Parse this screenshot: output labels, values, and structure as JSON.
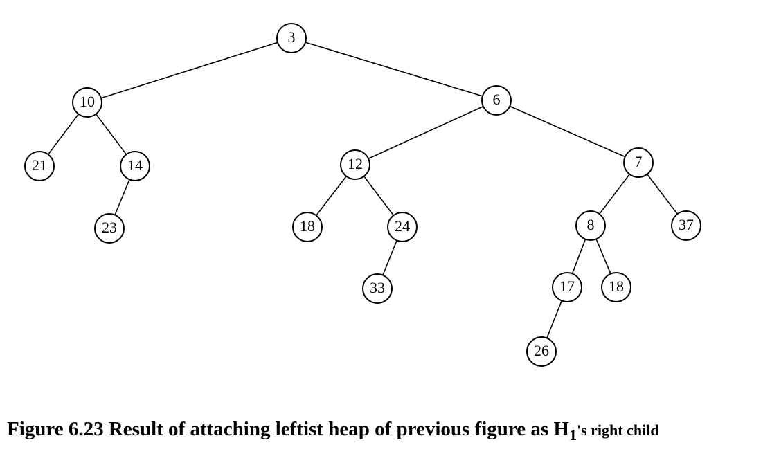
{
  "tree": {
    "nodes": [
      {
        "id": "n3",
        "label": "3"
      },
      {
        "id": "n10",
        "label": "10"
      },
      {
        "id": "n6",
        "label": "6"
      },
      {
        "id": "n21",
        "label": "21"
      },
      {
        "id": "n14",
        "label": "14"
      },
      {
        "id": "n23",
        "label": "23"
      },
      {
        "id": "n12",
        "label": "12"
      },
      {
        "id": "n7",
        "label": "7"
      },
      {
        "id": "n18a",
        "label": "18"
      },
      {
        "id": "n24",
        "label": "24"
      },
      {
        "id": "n33",
        "label": "33"
      },
      {
        "id": "n8",
        "label": "8"
      },
      {
        "id": "n37",
        "label": "37"
      },
      {
        "id": "n17",
        "label": "17"
      },
      {
        "id": "n18b",
        "label": "18"
      },
      {
        "id": "n26",
        "label": "26"
      }
    ],
    "edges": [
      [
        "n3",
        "n10"
      ],
      [
        "n3",
        "n6"
      ],
      [
        "n10",
        "n21"
      ],
      [
        "n10",
        "n14"
      ],
      [
        "n14",
        "n23"
      ],
      [
        "n6",
        "n12"
      ],
      [
        "n6",
        "n7"
      ],
      [
        "n12",
        "n18a"
      ],
      [
        "n12",
        "n24"
      ],
      [
        "n24",
        "n33"
      ],
      [
        "n7",
        "n8"
      ],
      [
        "n7",
        "n37"
      ],
      [
        "n8",
        "n17"
      ],
      [
        "n8",
        "n18b"
      ],
      [
        "n17",
        "n26"
      ]
    ]
  },
  "caption": {
    "main": "Figure 6.23 Result of attaching leftist heap of previous figure as H",
    "subscript": "1",
    "tail": "'s right child"
  }
}
